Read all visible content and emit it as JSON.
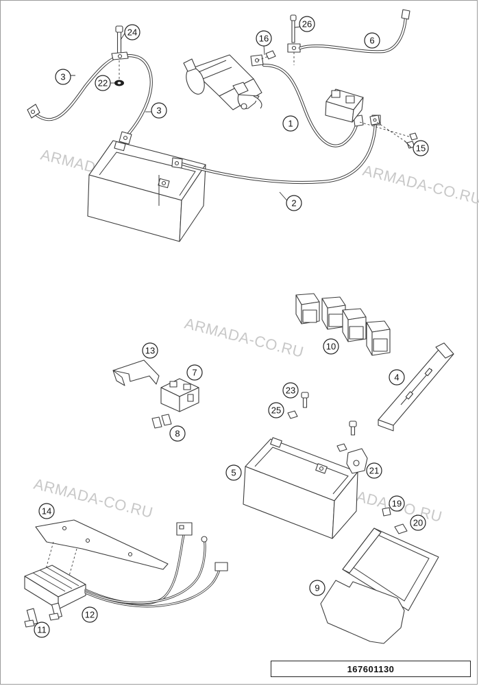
{
  "diagram_code": "167601130",
  "watermark": "ARMADA-CO.RU",
  "callouts": {
    "c1": "1",
    "c2": "2",
    "c3a": "3",
    "c3b": "3",
    "c4": "4",
    "c5": "5",
    "c6": "6",
    "c7": "7",
    "c8": "8",
    "c9": "9",
    "c10": "10",
    "c11": "11",
    "c12": "12",
    "c13": "13",
    "c14": "14",
    "c15": "15",
    "c16": "16",
    "c19": "19",
    "c20": "20",
    "c21": "21",
    "c22": "22",
    "c23": "23",
    "c24": "24",
    "c25": "25",
    "c26": "26"
  }
}
